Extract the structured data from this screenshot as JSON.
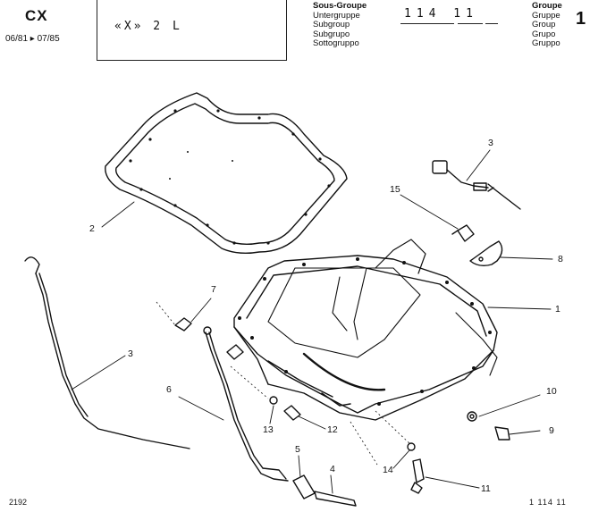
{
  "header": {
    "model": "CX",
    "dates": "06/81 ▸ 07/85",
    "variant": "«X» 2 L",
    "subgroup_labels": [
      "Sous-Groupe",
      "Untergruppe",
      "Subgroup",
      "Subgrupo",
      "Sottogruppo"
    ],
    "subgroup_code": "114 11",
    "group_labels": [
      "Groupe",
      "Gruppe",
      "Group",
      "Grupo",
      "Gruppo"
    ],
    "group_number": "1"
  },
  "callouts": {
    "c1": "1",
    "c2": "2",
    "c3a": "3",
    "c3b": "3",
    "c4": "4",
    "c5": "5",
    "c6": "6",
    "c7": "7",
    "c8": "8",
    "c9": "9",
    "c10": "10",
    "c11": "11",
    "c12": "12",
    "c13": "13",
    "c14": "14",
    "c15": "15"
  },
  "footer": {
    "left_code": "2192",
    "right_code": "1  114  11"
  }
}
